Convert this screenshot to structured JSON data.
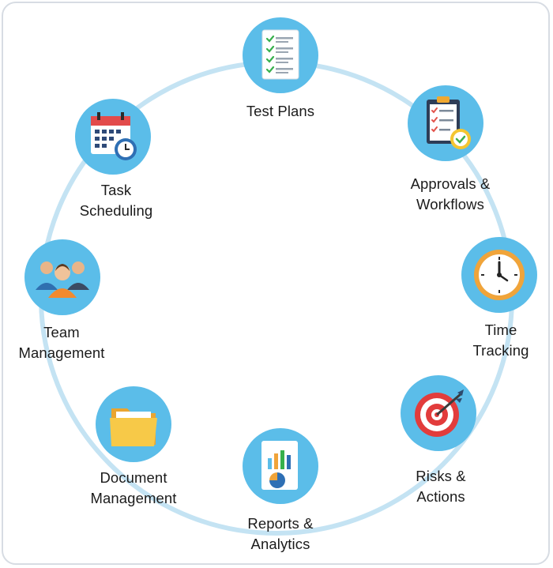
{
  "nodes": [
    {
      "key": "test-plans",
      "lines": [
        "Test Plans"
      ],
      "icon": "checklist-document-icon"
    },
    {
      "key": "approvals",
      "lines": [
        "Approvals &",
        "Workflows"
      ],
      "icon": "clipboard-approval-icon"
    },
    {
      "key": "time-tracking",
      "lines": [
        "Time",
        "Tracking"
      ],
      "icon": "clock-icon"
    },
    {
      "key": "risks",
      "lines": [
        "Risks &",
        "Actions"
      ],
      "icon": "target-arrow-icon"
    },
    {
      "key": "reports",
      "lines": [
        "Reports &",
        "Analytics"
      ],
      "icon": "report-chart-icon"
    },
    {
      "key": "document-management",
      "lines": [
        "Document",
        "Management"
      ],
      "icon": "folder-icon"
    },
    {
      "key": "team-management",
      "lines": [
        "Team",
        "Management"
      ],
      "icon": "team-people-icon"
    },
    {
      "key": "task-scheduling",
      "lines": [
        "Task",
        "Scheduling"
      ],
      "icon": "calendar-clock-icon"
    }
  ],
  "colors": {
    "circle": "#5bbde9",
    "ring": "#c4e3f3",
    "text": "#1b1b1b"
  }
}
